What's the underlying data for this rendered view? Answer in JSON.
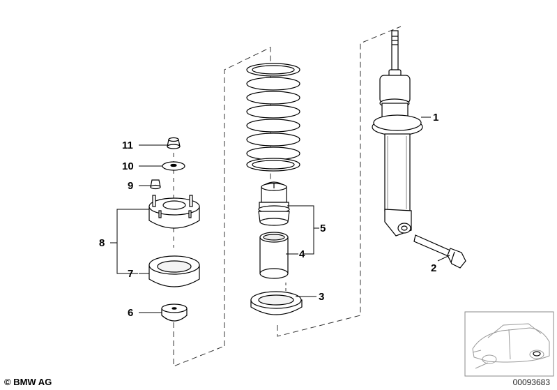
{
  "callouts": {
    "c1": "1",
    "c2": "2",
    "c3": "3",
    "c4": "4",
    "c5": "5",
    "c6": "6",
    "c7": "7",
    "c8": "8",
    "c9": "9",
    "c10": "10",
    "c11": "11"
  },
  "footer": {
    "copyright": "© BMW AG",
    "image_number": "00093683"
  }
}
